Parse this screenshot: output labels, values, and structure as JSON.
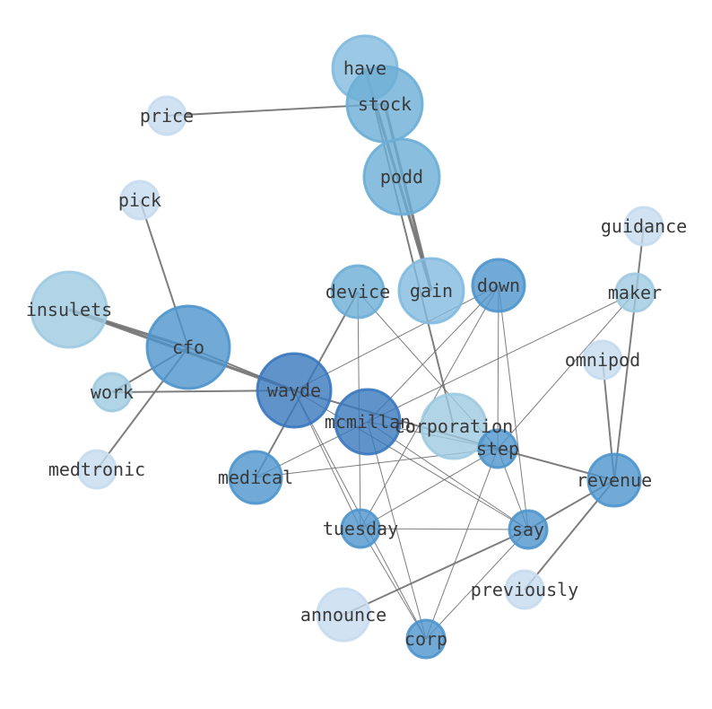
{
  "graph": {
    "nodes": [
      {
        "id": "have",
        "label": "have",
        "tier": 3
      },
      {
        "id": "stock",
        "label": "stock",
        "tier": 4
      },
      {
        "id": "price",
        "label": "price",
        "tier": 1
      },
      {
        "id": "podd",
        "label": "podd",
        "tier": 4
      },
      {
        "id": "pick",
        "label": "pick",
        "tier": 1
      },
      {
        "id": "guidance",
        "label": "guidance",
        "tier": 1
      },
      {
        "id": "insulets",
        "label": "insulets",
        "tier": 2
      },
      {
        "id": "device",
        "label": "device",
        "tier": 4
      },
      {
        "id": "gain",
        "label": "gain",
        "tier": 3
      },
      {
        "id": "down",
        "label": "down",
        "tier": 5
      },
      {
        "id": "maker",
        "label": "maker",
        "tier": 2
      },
      {
        "id": "cfo",
        "label": "cfo",
        "tier": 5
      },
      {
        "id": "omnipod",
        "label": "omnipod",
        "tier": 1
      },
      {
        "id": "work",
        "label": "work",
        "tier": 2
      },
      {
        "id": "wayde",
        "label": "wayde",
        "tier": 6
      },
      {
        "id": "mcmillan",
        "label": "mcmillan",
        "tier": 6
      },
      {
        "id": "corporation",
        "label": "corporation",
        "tier": 2
      },
      {
        "id": "step",
        "label": "step",
        "tier": 5
      },
      {
        "id": "medtronic",
        "label": "medtronic",
        "tier": 1
      },
      {
        "id": "medical",
        "label": "medical",
        "tier": 5
      },
      {
        "id": "revenue",
        "label": "revenue",
        "tier": 5
      },
      {
        "id": "tuesday",
        "label": "tuesday",
        "tier": 5
      },
      {
        "id": "say",
        "label": "say",
        "tier": 5
      },
      {
        "id": "previously",
        "label": "previously",
        "tier": 1
      },
      {
        "id": "announce",
        "label": "announce",
        "tier": 1
      },
      {
        "id": "corp",
        "label": "corp",
        "tier": 5
      }
    ],
    "edges": [
      {
        "source": "have",
        "target": "gain",
        "weight": 3
      },
      {
        "source": "stock",
        "target": "gain",
        "weight": 3
      },
      {
        "source": "have",
        "target": "corporation",
        "weight": 2
      },
      {
        "source": "price",
        "target": "stock",
        "weight": 2
      },
      {
        "source": "insulets",
        "target": "cfo",
        "weight": 3
      },
      {
        "source": "insulets",
        "target": "wayde",
        "weight": 3
      },
      {
        "source": "cfo",
        "target": "wayde",
        "weight": 2
      },
      {
        "source": "cfo",
        "target": "pick",
        "weight": 2
      },
      {
        "source": "cfo",
        "target": "work",
        "weight": 2
      },
      {
        "source": "cfo",
        "target": "medtronic",
        "weight": 2
      },
      {
        "source": "work",
        "target": "wayde",
        "weight": 2
      },
      {
        "source": "wayde",
        "target": "step",
        "weight": 2
      },
      {
        "source": "wayde",
        "target": "say",
        "weight": 1
      },
      {
        "source": "wayde",
        "target": "tuesday",
        "weight": 1
      },
      {
        "source": "wayde",
        "target": "corp",
        "weight": 1
      },
      {
        "source": "wayde",
        "target": "down",
        "weight": 1
      },
      {
        "source": "device",
        "target": "medical",
        "weight": 2
      },
      {
        "source": "device",
        "target": "tuesday",
        "weight": 1
      },
      {
        "source": "device",
        "target": "step",
        "weight": 1
      },
      {
        "source": "down",
        "target": "mcmillan",
        "weight": 1
      },
      {
        "source": "down",
        "target": "tuesday",
        "weight": 1
      },
      {
        "source": "down",
        "target": "step",
        "weight": 1
      },
      {
        "source": "down",
        "target": "say",
        "weight": 1
      },
      {
        "source": "maker",
        "target": "mcmillan",
        "weight": 1
      },
      {
        "source": "maker",
        "target": "step",
        "weight": 1
      },
      {
        "source": "guidance",
        "target": "revenue",
        "weight": 2
      },
      {
        "source": "omnipod",
        "target": "revenue",
        "weight": 2
      },
      {
        "source": "mcmillan",
        "target": "medical",
        "weight": 1
      },
      {
        "source": "mcmillan",
        "target": "say",
        "weight": 1
      },
      {
        "source": "mcmillan",
        "target": "corp",
        "weight": 1
      },
      {
        "source": "mcmillan",
        "target": "step",
        "weight": 1
      },
      {
        "source": "medical",
        "target": "step",
        "weight": 1
      },
      {
        "source": "step",
        "target": "revenue",
        "weight": 2
      },
      {
        "source": "step",
        "target": "tuesday",
        "weight": 1
      },
      {
        "source": "step",
        "target": "corp",
        "weight": 1
      },
      {
        "source": "step",
        "target": "say",
        "weight": 1
      },
      {
        "source": "revenue",
        "target": "say",
        "weight": 2
      },
      {
        "source": "revenue",
        "target": "previously",
        "weight": 2
      },
      {
        "source": "tuesday",
        "target": "say",
        "weight": 1
      },
      {
        "source": "tuesday",
        "target": "corp",
        "weight": 1
      },
      {
        "source": "say",
        "target": "corp",
        "weight": 1
      },
      {
        "source": "say",
        "target": "announce",
        "weight": 2
      }
    ]
  },
  "colors": {
    "tier1": "#c6dbef",
    "tier2": "#9ecae1",
    "tier3": "#82badf",
    "tier4": "#6baed6",
    "tier5": "#4e95cc",
    "tier6": "#3a78be",
    "edge": "#707070",
    "label": "#3a3a3a"
  }
}
